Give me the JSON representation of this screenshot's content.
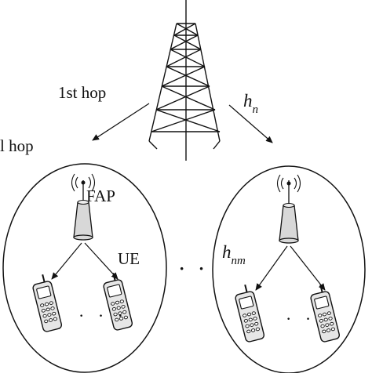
{
  "labels": {
    "first_hop": "1st hop",
    "second_hop": "l hop",
    "h_n_base": "h",
    "h_n_sub": "n",
    "h_nm_base": "h",
    "h_nm_sub": "nm",
    "fap": "FAP",
    "ue": "UE",
    "dots_left": "· · ·",
    "dots_right": "· ·",
    "dots_mid": "· ·"
  },
  "colors": {
    "stroke": "#111111",
    "fill": "#ffffff",
    "fap_fill": "#d8d8d8",
    "phone_fill": "#e6e6e6"
  }
}
